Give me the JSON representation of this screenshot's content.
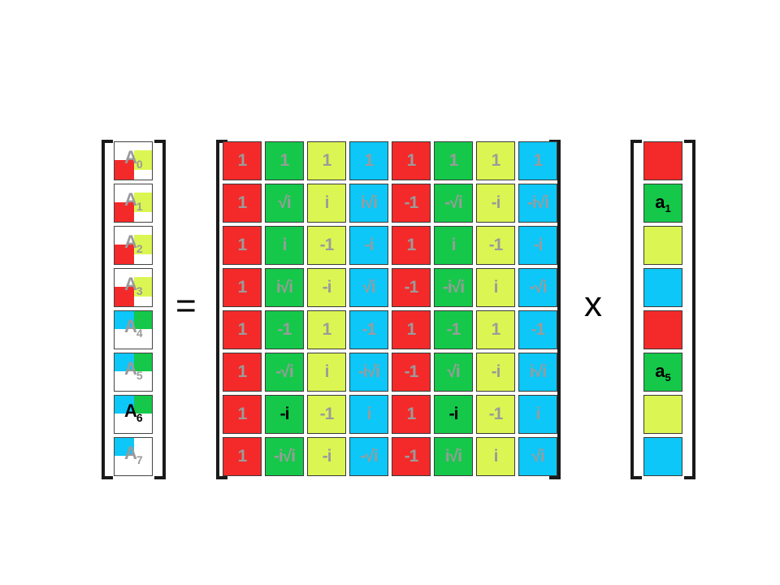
{
  "colors": {
    "red": "#f42a2a",
    "green": "#15c84a",
    "yellow": "#dbf652",
    "cyan": "#0cc7f7"
  },
  "col_colors": [
    "red",
    "green",
    "yellow",
    "cyan",
    "red",
    "green",
    "yellow",
    "cyan"
  ],
  "left_vector": [
    {
      "letter": "A",
      "sub": "0",
      "dark": false,
      "blocks": [
        "red",
        "yellow"
      ]
    },
    {
      "letter": "A",
      "sub": "1",
      "dark": false,
      "blocks": [
        "red",
        "yellow"
      ]
    },
    {
      "letter": "A",
      "sub": "2",
      "dark": false,
      "blocks": [
        "red",
        "yellow"
      ]
    },
    {
      "letter": "A",
      "sub": "3",
      "dark": false,
      "blocks": [
        "red",
        "yellow"
      ]
    },
    {
      "letter": "A",
      "sub": "4",
      "dark": false,
      "blocks": [
        "cyan",
        "green"
      ]
    },
    {
      "letter": "A",
      "sub": "5",
      "dark": false,
      "blocks": [
        "cyan",
        "green"
      ]
    },
    {
      "letter": "A",
      "sub": "6",
      "dark": true,
      "blocks": [
        "cyan",
        "green"
      ]
    },
    {
      "letter": "A",
      "sub": "7",
      "dark": false,
      "blocks": [
        "cyan"
      ]
    }
  ],
  "equals_sign": "=",
  "times_sign": "x",
  "matrix": [
    [
      "1",
      "1",
      "1",
      "1",
      "1",
      "1",
      "1",
      "1"
    ],
    [
      "1",
      "√i",
      "i",
      "i√i",
      "-1",
      "-√i",
      "-i",
      "-i√i"
    ],
    [
      "1",
      "i",
      "-1",
      "-i",
      "1",
      "i",
      "-1",
      "-i"
    ],
    [
      "1",
      "i√i",
      "-i",
      "√i",
      "-1",
      "-i√i",
      "i",
      "-√i"
    ],
    [
      "1",
      "-1",
      "1",
      "-1",
      "1",
      "-1",
      "1",
      "-1"
    ],
    [
      "1",
      "-√i",
      "i",
      "-i√i",
      "-1",
      "√i",
      "-i",
      "i√i"
    ],
    [
      "1",
      "-i",
      "-1",
      "i",
      "1",
      "-i",
      "-1",
      "i"
    ],
    [
      "1",
      "-i√i",
      "-i",
      "-√i",
      "-1",
      "i√i",
      "i",
      "√i"
    ]
  ],
  "matrix_dark": [
    [
      6,
      1
    ],
    [
      6,
      5
    ]
  ],
  "right_vector": [
    {
      "color": "red",
      "letter": "",
      "sub": ""
    },
    {
      "color": "green",
      "letter": "a",
      "sub": "1"
    },
    {
      "color": "yellow",
      "letter": "",
      "sub": ""
    },
    {
      "color": "cyan",
      "letter": "",
      "sub": ""
    },
    {
      "color": "red",
      "letter": "",
      "sub": ""
    },
    {
      "color": "green",
      "letter": "a",
      "sub": "5"
    },
    {
      "color": "yellow",
      "letter": "",
      "sub": ""
    },
    {
      "color": "cyan",
      "letter": "",
      "sub": ""
    }
  ]
}
